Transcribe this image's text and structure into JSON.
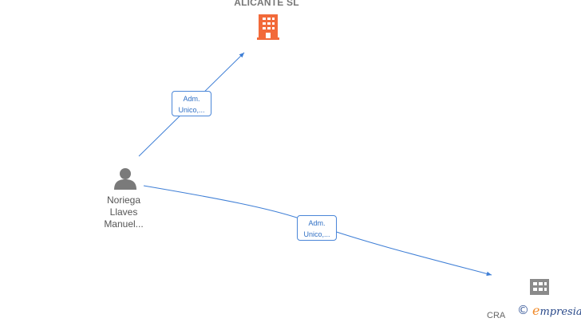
{
  "nodes": {
    "company_top": {
      "label": "ALICANTE  SL",
      "color": "#f26a3a"
    },
    "person": {
      "label_lines": [
        "Noriega",
        "Llaves",
        "Manuel..."
      ],
      "color": "#7a7a7a"
    },
    "company_bottom": {
      "label": "CRA",
      "color": "#8a8a8a"
    }
  },
  "edges": [
    {
      "from": "person",
      "to": "company_top",
      "label_lines": [
        "Adm.",
        "Unico,..."
      ]
    },
    {
      "from": "person",
      "to": "company_bottom",
      "label_lines": [
        "Adm.",
        "Unico,..."
      ]
    }
  ],
  "colors": {
    "edge": "#3f7fd6",
    "edge_label": "#2f6fc4"
  },
  "watermark": {
    "symbol": "©",
    "brand_initial": "e",
    "brand_rest": "mpresia"
  }
}
